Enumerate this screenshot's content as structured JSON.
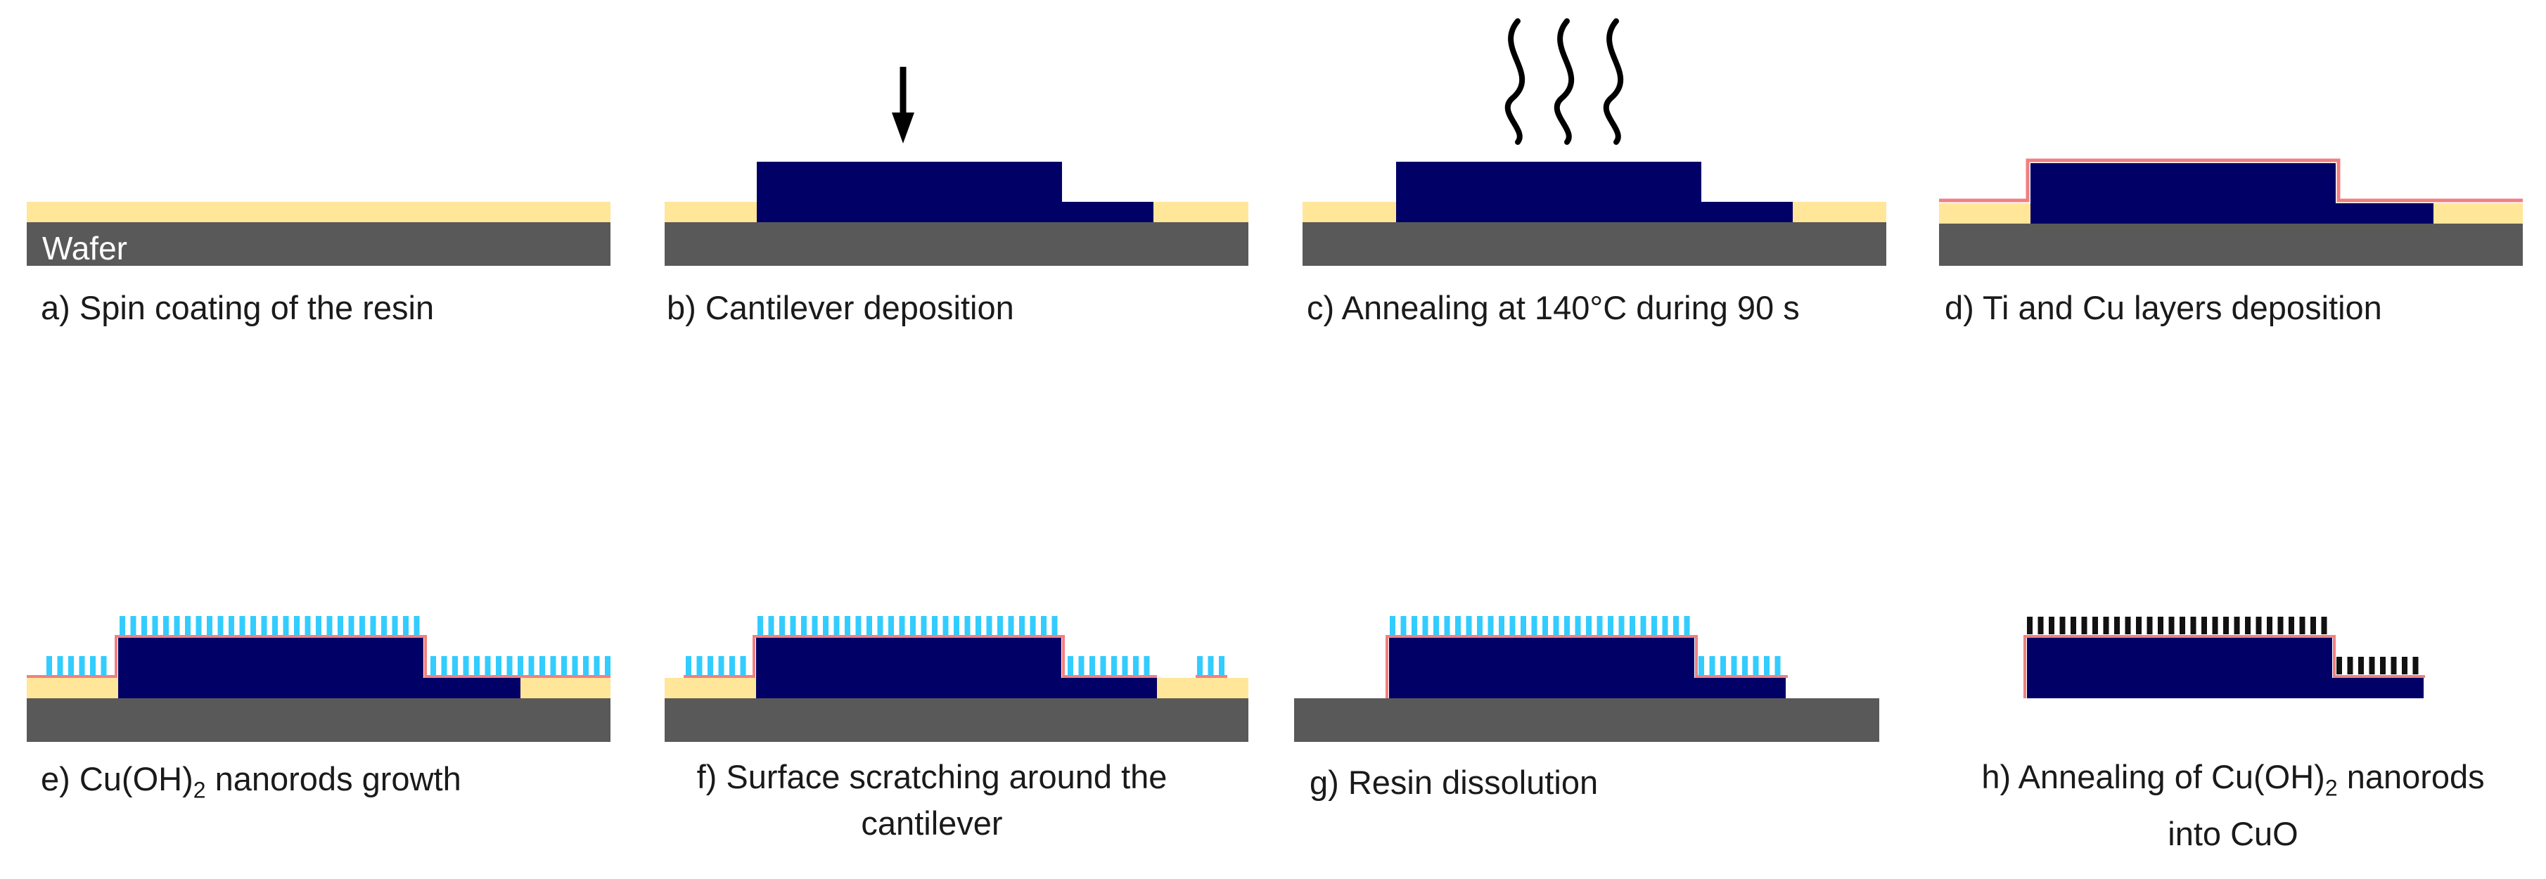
{
  "wafer_label": "Wafer",
  "steps": [
    {
      "id": "a",
      "line1": "a) Spin coating of the resin"
    },
    {
      "id": "b",
      "line1": "b) Cantilever deposition"
    },
    {
      "id": "c",
      "line1": "c) Annealing at 140°C during 90 s"
    },
    {
      "id": "d",
      "line1": "d) Ti and Cu layers deposition"
    },
    {
      "id": "e",
      "pre": "e) Cu(OH)",
      "sub": "2",
      "post": " nanorods growth"
    },
    {
      "id": "f",
      "line1": "f) Surface scratching around the",
      "line2": "cantilever"
    },
    {
      "id": "g",
      "line1": "g) Resin dissolution"
    },
    {
      "id": "h",
      "pre": "h) Annealing of Cu(OH)",
      "sub": "2",
      "post": " nanorods",
      "line2": "into CuO"
    }
  ],
  "colors": {
    "wafer": "#595959",
    "resin": "#ffe699",
    "cantilever": "#000066",
    "ti_cu_layer": "#f08080",
    "cu_oh2_nanorods": "#33ccff",
    "cuo_nanorods": "#111111",
    "arrow": "#000000"
  }
}
